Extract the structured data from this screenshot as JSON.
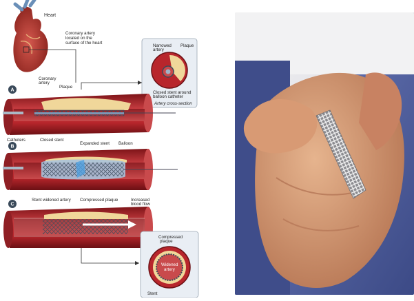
{
  "diagram": {
    "heart_label": "Heart",
    "coronary_note": [
      "Coronary artery",
      "located on the",
      "surface of the heart"
    ],
    "steps": [
      "A",
      "B",
      "C"
    ],
    "a": {
      "coronary_artery": [
        "Coronary",
        "artery"
      ],
      "plaque": "Plaque",
      "catheters": "Catheters",
      "closed_stent": "Closed stent"
    },
    "inset_top": {
      "narrowed_artery": [
        "Narrowed",
        "artery"
      ],
      "plaque": "Plaque",
      "caption": [
        "Closed stent around",
        "balloon catheter"
      ],
      "subcaption": "Artery cross-section"
    },
    "b": {
      "expanded_stent": "Expanded stent",
      "balloon": "Balloon"
    },
    "c": {
      "stent_widened_artery": "Stent widened artery",
      "compressed_plaque": "Compressed plaque",
      "increased_blood_flow": [
        "Increased",
        "blood flow"
      ]
    },
    "inset_bottom": {
      "compressed_plaque": [
        "Compressed",
        "plaque"
      ],
      "widened_artery": [
        "Widened",
        "artery"
      ],
      "stent": "Stent"
    },
    "colors": {
      "artery": "#b8262c",
      "artery_dark": "#7d1418",
      "plaque": "#f0d79a",
      "inset_bg": "#e9eef4",
      "badge": "#3a4a5a"
    }
  },
  "photo": {
    "subject": "hand-holding-stent",
    "colors": {
      "background": "#4a5a9a",
      "skin": "#d8a07a",
      "stent": "#d9d9d9"
    }
  }
}
